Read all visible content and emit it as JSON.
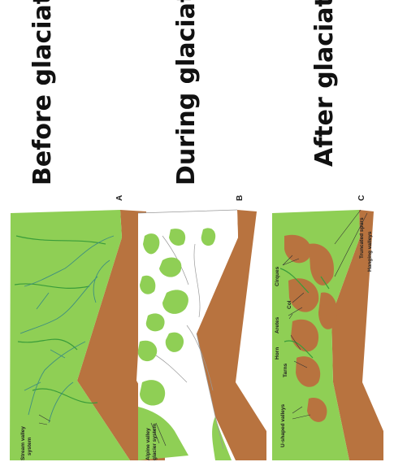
{
  "titles": {
    "before": "Before glaciation",
    "during": "During glaciation",
    "after": "After glaciation"
  },
  "panels": {
    "a": {
      "letter": "A",
      "labels": {
        "stream": [
          "Stream valley",
          "system"
        ]
      }
    },
    "b": {
      "letter": "B",
      "labels": {
        "alpine": [
          "Alpine valley",
          "glacier system"
        ]
      }
    },
    "c": {
      "letter": "C",
      "labels": {
        "truncated_spurs": "Truncated spurs",
        "hanging_valleys": "Hanging valleys",
        "cirques": "Cirques",
        "col": "Col",
        "aretes": "Aretes",
        "horn": "Horn",
        "tarns": "Tarns",
        "u_shaped": "U-shaped valleys"
      }
    }
  },
  "colors": {
    "rock": "#b8733f",
    "vegetation": "#8fcf55",
    "ice": "#ffffff",
    "stream": "#3f8f7f",
    "background": "#ffffff"
  }
}
